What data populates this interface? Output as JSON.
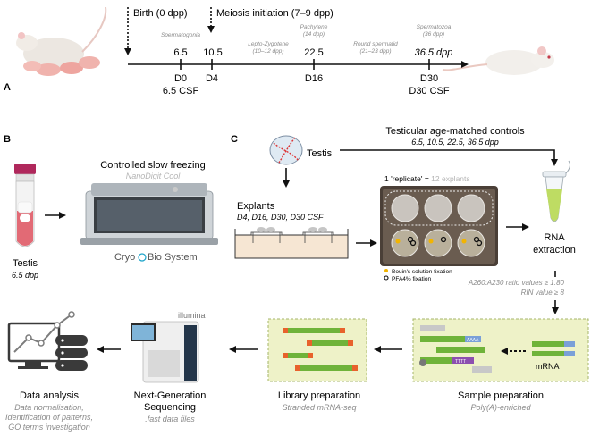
{
  "panels": {
    "a": "A",
    "b": "B",
    "c": "C"
  },
  "timeline": {
    "birth": "Birth (0 dpp)",
    "meiosis": "Meiosis initiation (7–9 dpp)",
    "stages": [
      {
        "name": "Spermatogonia",
        "days": ""
      },
      {
        "name": "Lepto-Zygotene",
        "days": "(10–12 dpp)"
      },
      {
        "name": "Pachytene",
        "days": "(14 dpp)"
      },
      {
        "name": "Round spermatid",
        "days": "(21–23 dpp)"
      },
      {
        "name": "Spermatozoa",
        "days": "(36 dpp)"
      }
    ],
    "ticks": [
      "6.5",
      "10.5",
      "22.5",
      "36.5 dpp"
    ],
    "tick_labels_below": [
      "D0",
      "D4",
      "D16",
      "D30"
    ],
    "csf_labels": [
      "6.5 CSF",
      "D30 CSF"
    ]
  },
  "panel_b": {
    "tube_title": "Testis",
    "tube_sub": "6.5 dpp",
    "freeze_title": "Controlled slow freezing",
    "freeze_sub": "NanoDigit Cool",
    "brand_a": "Cryo",
    "brand_b": "Bio System"
  },
  "panel_c": {
    "testis": "Testis",
    "controls_title": "Testicular age-matched controls",
    "controls_sub": "6.5, 10.5, 22.5, 36.5 dpp",
    "explants_title": "Explants",
    "explants_sub": "D4, D16, D30, D30 CSF",
    "replicate_a": "1 'replicate' = ",
    "replicate_b": "12 explants",
    "legend_bouin": "Bouin's solution fixation",
    "legend_pfa": "PFA4% fixation",
    "rna_title": "RNA",
    "rna_title2": "extraction",
    "ratio": "A260:A230 ratio values ≥ 1.80",
    "rin": "RIN value ≥ 8",
    "mrna": "mRNA",
    "aaaa": "AAAA",
    "tttt": "TTTT"
  },
  "pipeline": {
    "sample_title": "Sample preparation",
    "sample_sub": "Poly(A)-enriched",
    "library_title": "Library preparation",
    "library_sub": "Stranded mRNA-seq",
    "ngs_title": "Next-Generation",
    "ngs_title2": "Sequencing",
    "ngs_sub": ".fast data files",
    "illumina": "illumina",
    "analysis_title": "Data analysis",
    "analysis_sub1": "Data normalisation,",
    "analysis_sub2": "Identification of patterns,",
    "analysis_sub3": "GO terms investigation"
  }
}
